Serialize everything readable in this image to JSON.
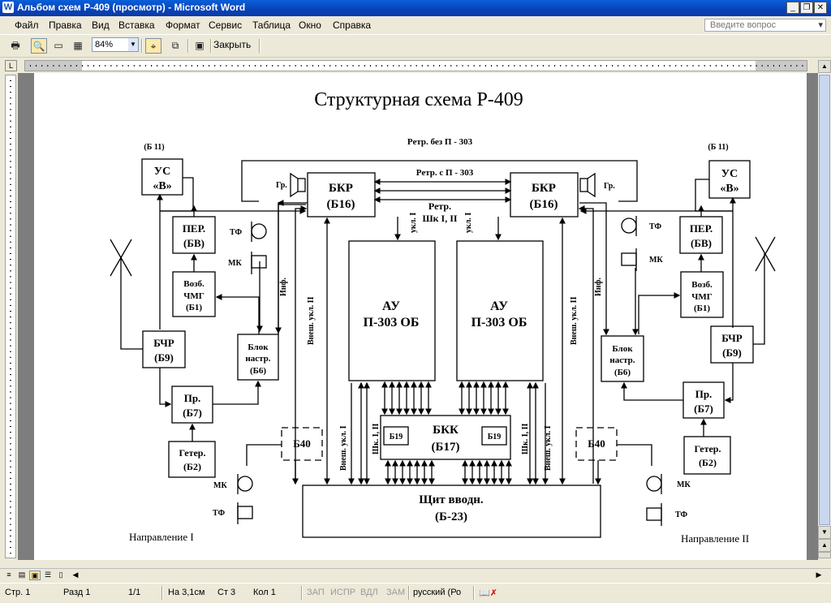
{
  "window": {
    "title": "Альбом схем  Р-409 (просмотр) - Microsoft Word",
    "app_icon": "word-icon",
    "controls": [
      "minimize-icon",
      "restore-icon",
      "close-icon"
    ]
  },
  "menu": {
    "items": [
      "Файл",
      "Правка",
      "Вид",
      "Вставка",
      "Формат",
      "Сервис",
      "Таблица",
      "Окно",
      "Справка"
    ],
    "ask_placeholder": "Введите вопрос"
  },
  "toolbar": {
    "zoom": "84%",
    "close_label": "Закрыть"
  },
  "diagram": {
    "title": "Структурная схема Р-409",
    "retr_top": "Ретр. без П - 303",
    "retr_mid": "Ретр. с П - 303",
    "retr_sh": "Ретр.",
    "retr_sh2": "Шк I, II",
    "b11": "(Б 11)",
    "us1": "УС",
    "us2": "«В»",
    "bkr1": "БКР",
    "bkr2": "(Б16)",
    "gr": "Гр.",
    "per1": "ПЕР.",
    "per2": "(БВ)",
    "vozb1": "Возб.",
    "vozb2": "ЧМГ",
    "vozb3": "(Б1)",
    "bchr1": "БЧР",
    "bchr2": "(Б9)",
    "blok1": "Блок",
    "blok2": "настр.",
    "blok3": "(Б6)",
    "pr1": "Пр.",
    "pr2": "(Б7)",
    "geter1": "Гетер.",
    "geter2": "(Б2)",
    "tf": "ТФ",
    "mk": "МК",
    "inf": "Инф.",
    "vnesh2": "Внеш. укл. II",
    "vnesh1": "Внеш. укл. I",
    "ukl1": "укл. I",
    "sh": "Шк. I, II",
    "au1": "АУ",
    "au2": "П-303 ОБ",
    "bkk1": "БКК",
    "bkk2": "(Б17)",
    "b19": "Б19",
    "b40": "Б40",
    "shit1": "Щит вводн.",
    "shit2": "(Б-23)",
    "dir1": "Направление I",
    "dir2": "Направление II"
  },
  "status": {
    "page": "Стр. 1",
    "section": "Разд 1",
    "pages": "1/1",
    "at": "На 3,1см",
    "line": "Ст 3",
    "col": "Кол 1",
    "rec": "ЗАП",
    "trk": "ИСПР",
    "ext": "ВДЛ",
    "ovr": "ЗАМ",
    "lang": "русский (Ро"
  }
}
